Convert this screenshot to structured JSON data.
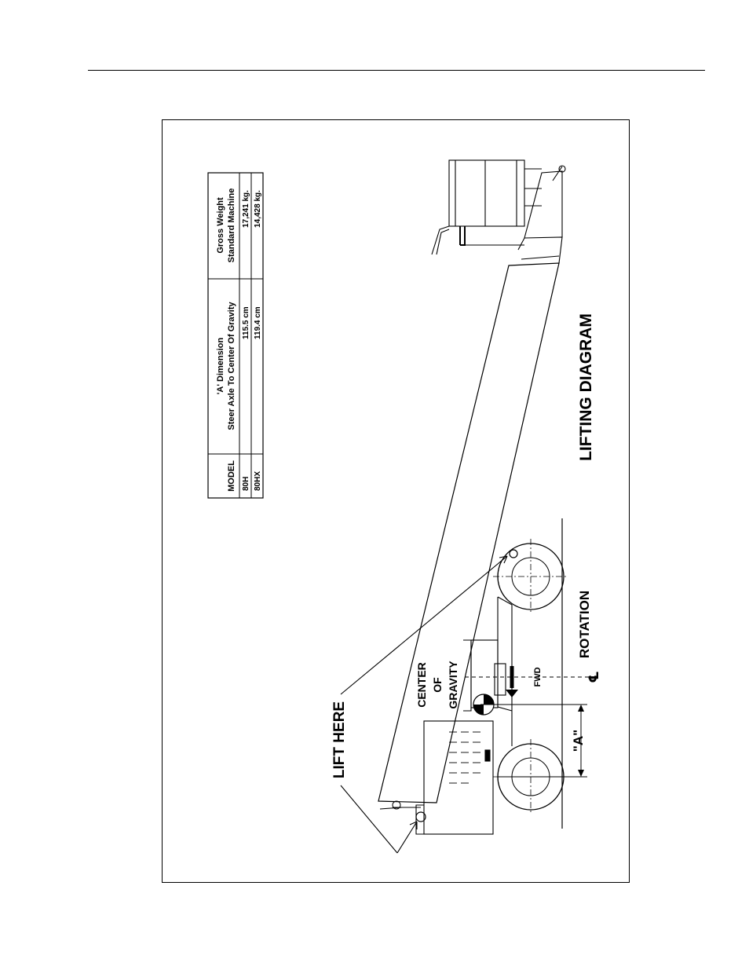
{
  "table": {
    "headers": {
      "model": "MODEL",
      "a_dim_1": "'A' Dimension",
      "a_dim_2": "Steer Axle To Center Of Gravity",
      "gross_1": "Gross Weight",
      "gross_2": "Standard Machine"
    },
    "rows": [
      {
        "model": "80H",
        "a_dim": "115.5 cm",
        "gross": "17,241 kg."
      },
      {
        "model": "80HX",
        "a_dim": "119.4 cm",
        "gross": "14,428 kg."
      }
    ]
  },
  "labels": {
    "title": "LIFTING DIAGRAM",
    "lift_here": "LIFT HERE",
    "cog_1": "CENTER",
    "cog_2": "OF",
    "cog_3": "GRAVITY",
    "fwd": "FWD",
    "centerline": "℄",
    "rotation": "ROTATION",
    "a_dim": "\"A\""
  }
}
